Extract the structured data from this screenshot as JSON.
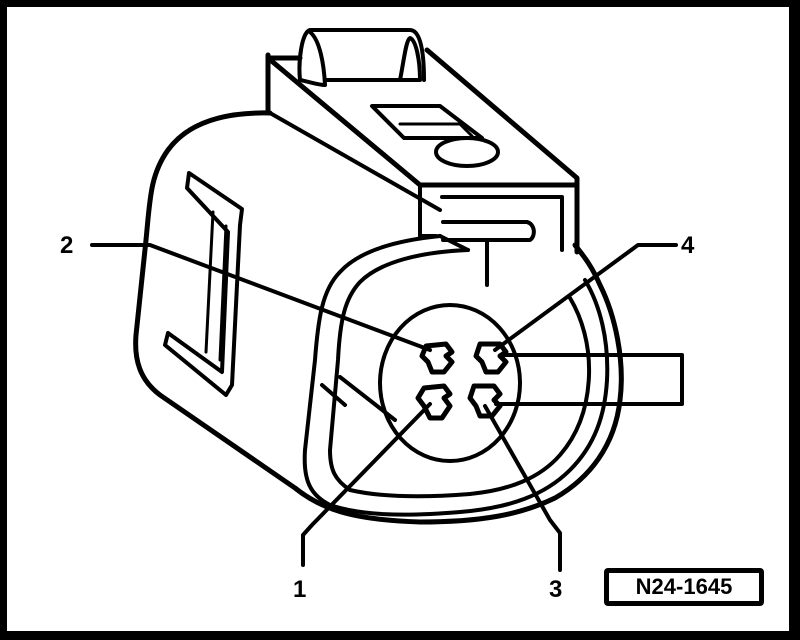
{
  "diagram": {
    "subject": "4-pin electrical connector, front view of terminal housing",
    "reference_code": "N24-1645",
    "callouts": [
      {
        "id": "pin-1",
        "label": "1"
      },
      {
        "id": "pin-2",
        "label": "2"
      },
      {
        "id": "pin-3",
        "label": "3"
      },
      {
        "id": "pin-4",
        "label": "4"
      }
    ],
    "bracket": {
      "connects": [
        "3",
        "4"
      ]
    },
    "colors": {
      "ink": "#000000",
      "paper": "#ffffff"
    }
  }
}
